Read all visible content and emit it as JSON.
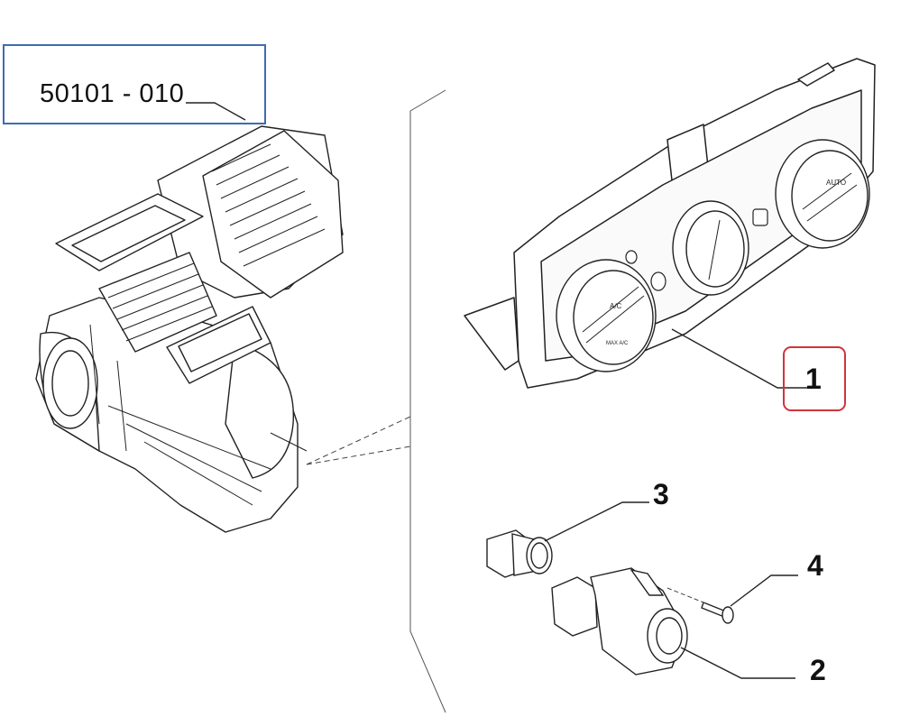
{
  "diagram": {
    "group_code": "50101 - 010",
    "callouts": [
      "1",
      "2",
      "3",
      "4"
    ],
    "highlighted_callout": "1",
    "colors": {
      "group_box": "#3f6bb0",
      "highlight_box": "#d0343a",
      "line": "#222222"
    },
    "knob_labels": {
      "auto": "AUTO",
      "ac": "A/C",
      "max_ac": "MAX A/C"
    }
  }
}
